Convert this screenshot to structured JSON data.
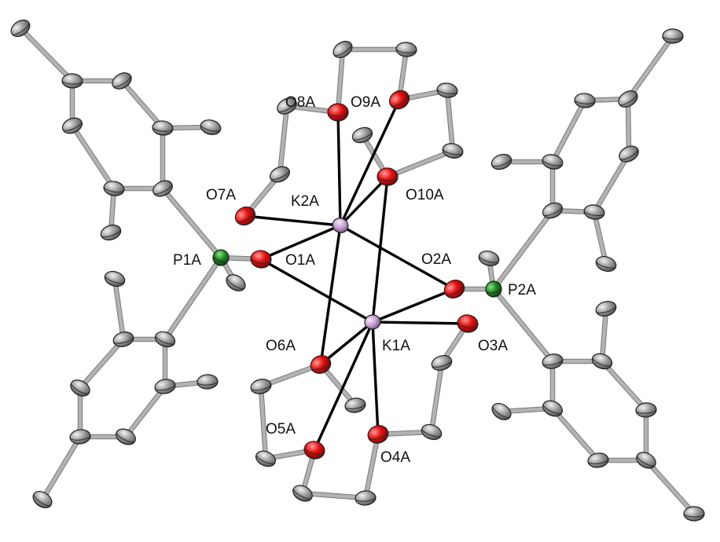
{
  "figure": {
    "labels": {
      "O8A": "O8A",
      "O9A": "O9A",
      "O7A": "O7A",
      "K2A": "K2A",
      "O10A": "O10A",
      "P1A": "P1A",
      "O1A": "O1A",
      "O2A": "O2A",
      "P2A": "P2A",
      "O6A": "O6A",
      "K1A": "K1A",
      "O3A": "O3A",
      "O5A": "O5A",
      "O4A": "O4A"
    },
    "colors": {
      "carbon": "#8c8c8c",
      "oxygen": "#e01010",
      "phosphorus": "#1f7a1f",
      "potassium": "#c9a0d6",
      "organic_bond": "#b3b3b3",
      "coordination_bond": "#000000"
    }
  }
}
